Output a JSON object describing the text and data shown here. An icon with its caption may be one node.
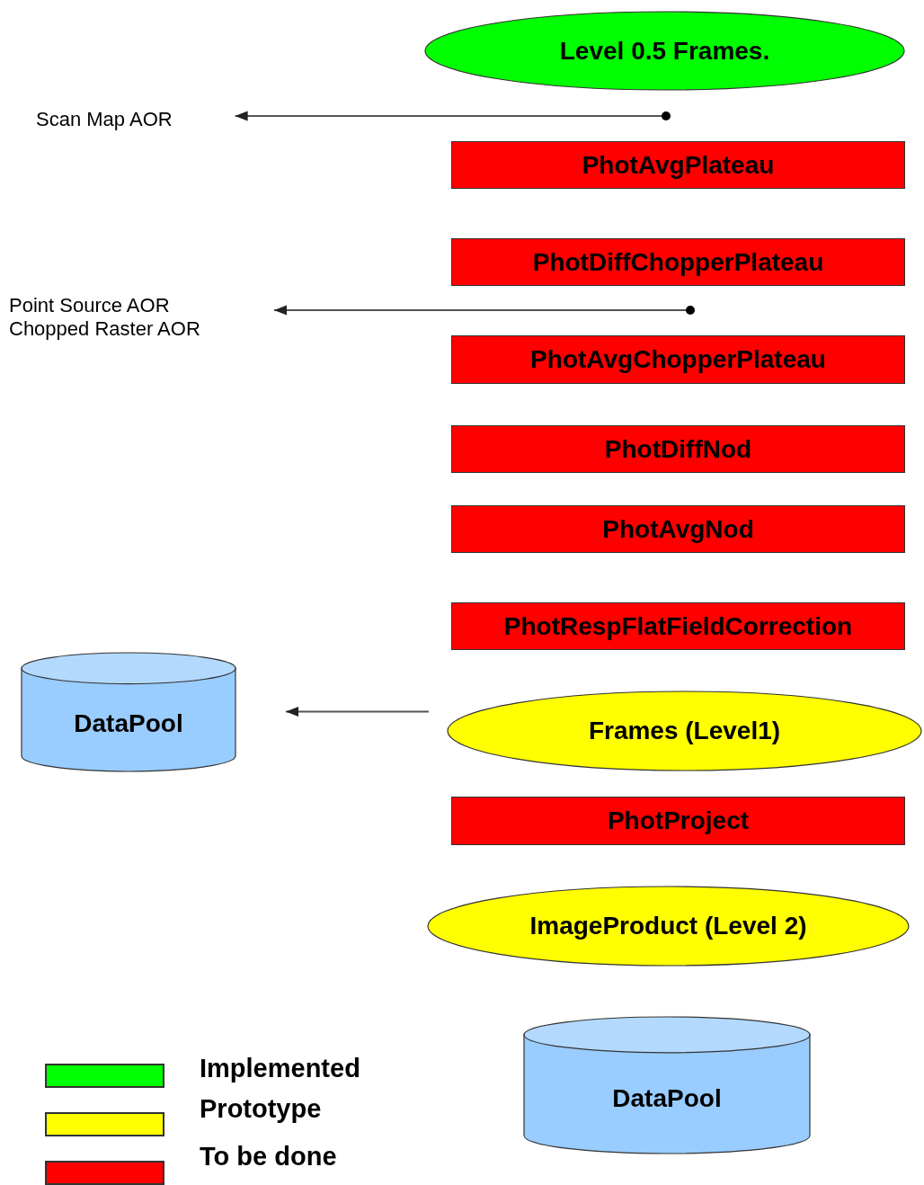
{
  "diagram": {
    "nodes": [
      {
        "text": [
          "Level 0.5 Frames."
        ]
      },
      {
        "text": [
          "Scan Map AOR"
        ]
      },
      {
        "text": [
          "PhotAvgPlateau"
        ]
      },
      {
        "text": [
          "PhotDiffChopperPlateau"
        ]
      },
      {
        "text": [
          "Point Source AOR Chopped Raster AOR"
        ]
      },
      {
        "text": [
          "PhotAvgChopperPlateau"
        ]
      },
      {
        "text": [
          "PhotDiffNod"
        ]
      },
      {
        "text": [
          "PhotAvgNod"
        ]
      },
      {
        "text": [
          "PhotRespFlatFieldCorrection"
        ]
      },
      {
        "text": [
          "DataPool"
        ]
      },
      {
        "text": [
          "Frames (Level1)"
        ]
      },
      {
        "text": [
          "PhotProject"
        ]
      },
      {
        "text": [
          "ImageProduct (Level 2)"
        ]
      },
      {
        "text": [
          "DataPool"
        ]
      }
    ],
    "edges": [
      {
        "from": 2,
        "to": 1,
        "arrow": "to"
      },
      {
        "from": 3,
        "to": 4,
        "arrow": "to"
      },
      {
        "from": 10,
        "to": 9,
        "arrow": "to"
      }
    ],
    "legend": [
      {
        "text": "Implemented",
        "color": "#00ff00"
      },
      {
        "text": "Prototype",
        "color": "#ffff00"
      },
      {
        "text": "To be done",
        "color": "#ff0000"
      }
    ]
  }
}
